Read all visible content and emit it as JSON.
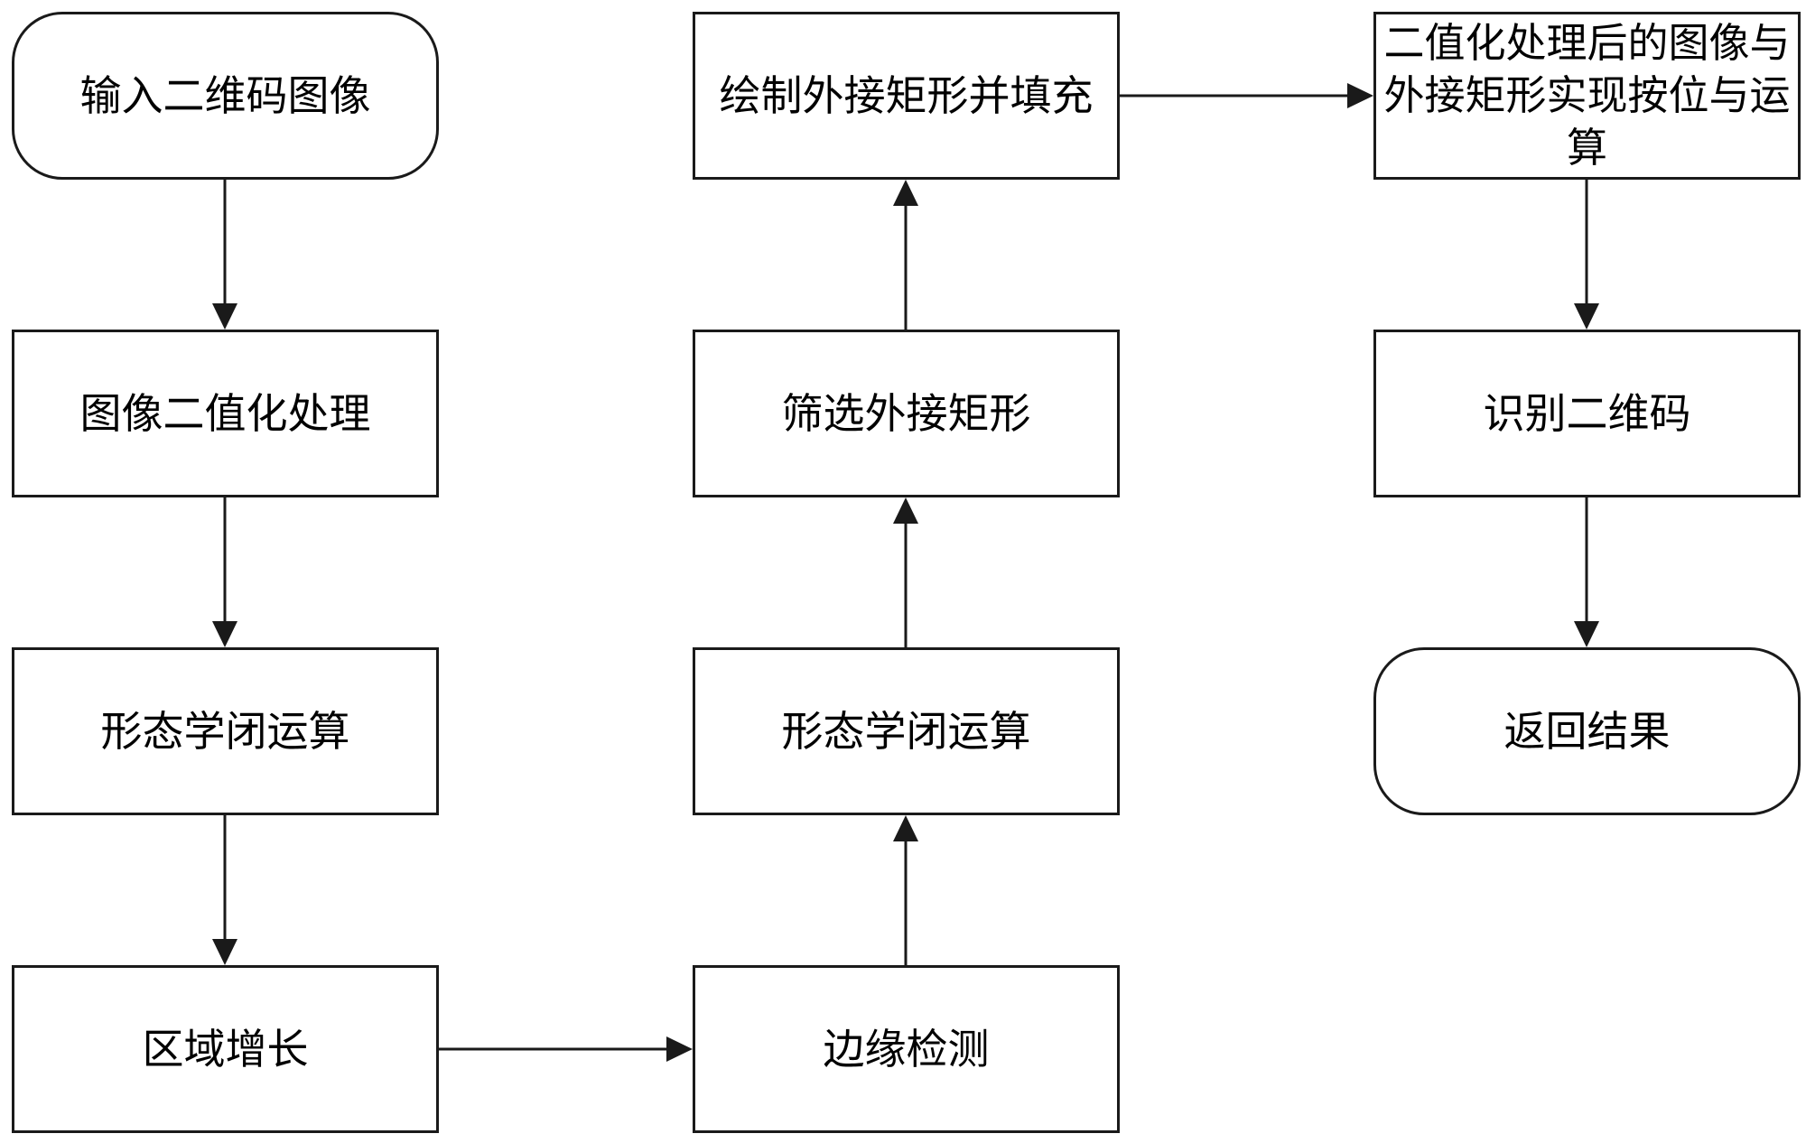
{
  "nodes": {
    "input_qr": "输入二维码图像",
    "binarize": "图像二值化处理",
    "close_op_1": "形态学闭运算",
    "region_grow": "区域增长",
    "edge_detect": "边缘检测",
    "close_op_2": "形态学闭运算",
    "filter_rects": "筛选外接矩形",
    "draw_fill": "绘制外接矩形并填充",
    "and_op": "二值化处理后的图像与外接矩形实现按位与运算",
    "recognize": "识别二维码",
    "return_result": "返回结果"
  },
  "colors": {
    "stroke": "#1a1a1a",
    "text": "#000000",
    "background": "#ffffff"
  }
}
